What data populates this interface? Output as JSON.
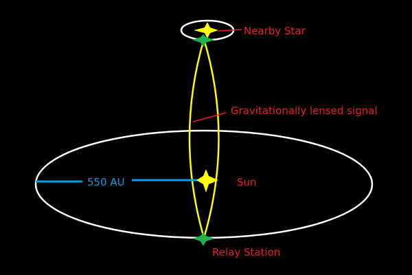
{
  "labels": {
    "nearby_star": "Nearby Star",
    "lensed_signal": "Gravitationally lensed signal",
    "sun": "Sun",
    "distance": "550 AU",
    "relay_station": "Relay Station"
  },
  "colors": {
    "background": "#000000",
    "orbit": "#ffffff",
    "star": "#ffff00",
    "lens_path": "#ffff00",
    "station": "#22b14c",
    "distance_line": "#00a2e8",
    "label_text": "#ed1c24",
    "distance_text": "#00a2e8",
    "leader": "#ed1c24"
  },
  "icons": {
    "nearby_star": "four-point-star-icon",
    "sun": "four-point-star-icon",
    "stations": "cross-marker-icon"
  }
}
